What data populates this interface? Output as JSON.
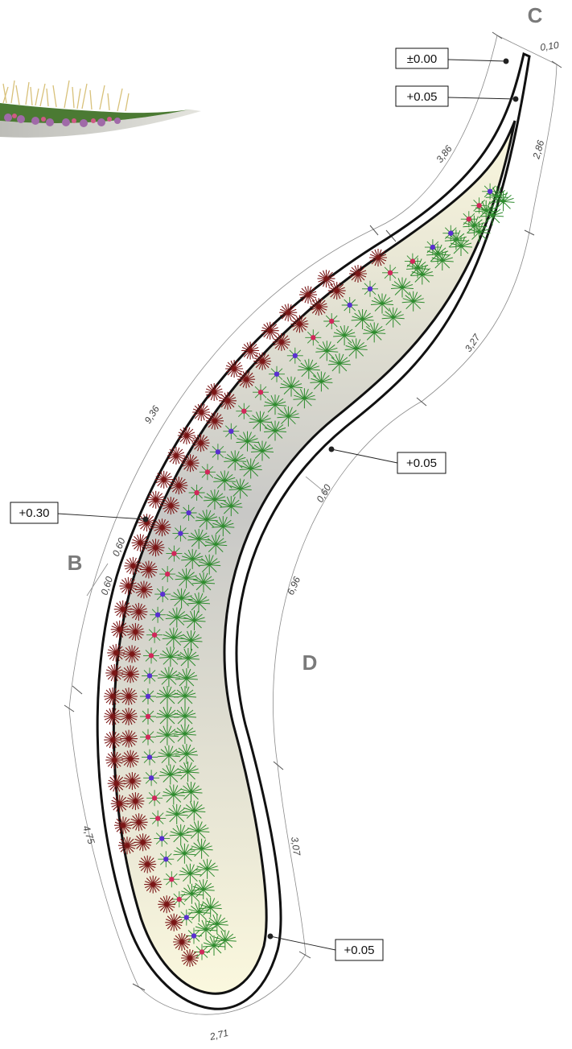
{
  "section_labels": {
    "b": "B",
    "c": "C",
    "d": "D"
  },
  "level_markers": [
    {
      "id": "top",
      "text": "±0.00"
    },
    {
      "id": "upper",
      "text": "+0.05"
    },
    {
      "id": "middle",
      "text": "+0.05"
    },
    {
      "id": "outer",
      "text": "+0.30"
    },
    {
      "id": "bottom",
      "text": "+0.05"
    }
  ],
  "dimensions": {
    "tip_width": "0,10",
    "outer_upper_arc": "3,86",
    "outer_main_arc": "9,36",
    "right_upper_arc": "2,86",
    "right_mid_arc": "3,27",
    "bed_width_inner": "0,60",
    "edge_band_1": "0,60",
    "edge_band_2": "0,60",
    "inner_main_arc": "6,96",
    "outer_lower_arc": "4,75",
    "inner_lower_arc": "3,07",
    "bottom_arc": "2,71"
  },
  "colors": {
    "grass": "#2e8b2e",
    "accent_pink": "#d0285a",
    "accent_purple": "#5a2fd0",
    "flower_dark": "#7a1616",
    "bed_light": "#fbf8de",
    "bed_dark": "#c9c9c9",
    "outline": "#111111"
  },
  "plant_legend": [
    "ornamental-grass-symbol",
    "star-flower-pink-symbol",
    "star-flower-purple-symbol",
    "globe-flower-symbol"
  ],
  "inset_image": "planted-bed-perspective-thumbnail"
}
